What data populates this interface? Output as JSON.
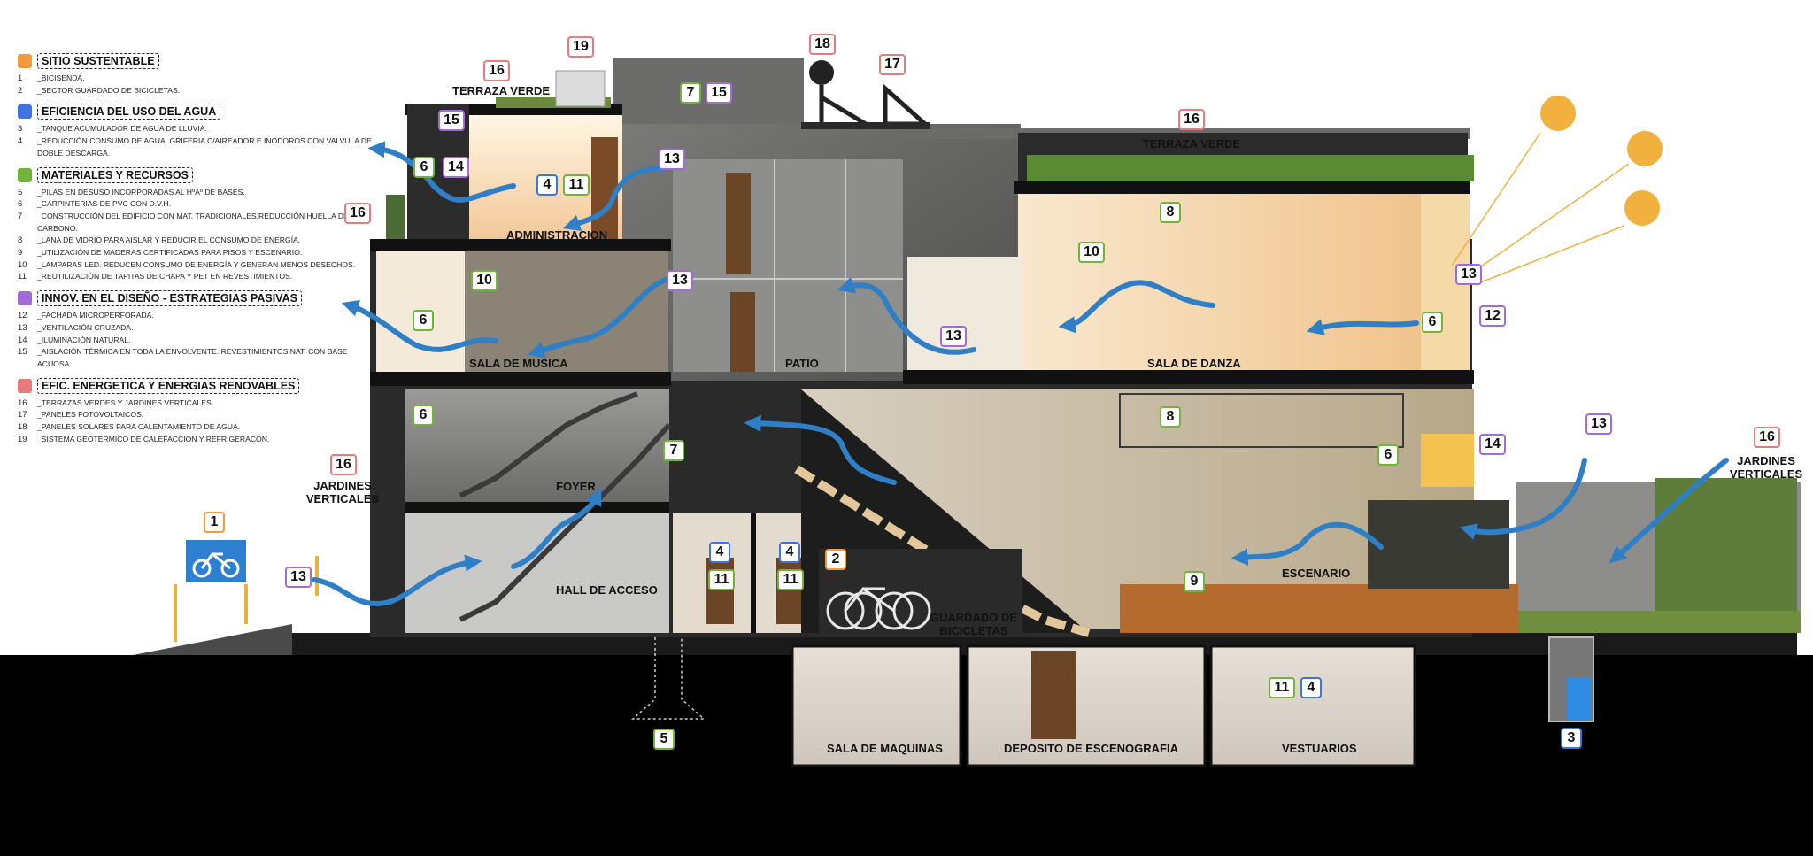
{
  "legend": {
    "sections": [
      {
        "title": "SITIO SUSTENTABLE",
        "color": "#f39a3e",
        "items": [
          {
            "n": "1",
            "text": "_BICISENDA."
          },
          {
            "n": "2",
            "text": "_SECTOR GUARDADO DE BICICLETAS."
          }
        ]
      },
      {
        "title": "EFICIENCIA DEL USO DEL AGUA",
        "color": "#3e74e0",
        "items": [
          {
            "n": "3",
            "text": "_TANQUE ACUMULADOR DE AGUA DE LLUVIA."
          },
          {
            "n": "4",
            "text": "_REDUCCIÓN CONSUMO DE AGUA. GRIFERIA C/AIREADOR E INODOROS CON  VALVULA DE DOBLE DESCARGA."
          }
        ]
      },
      {
        "title": "MATERIALES Y RECURSOS",
        "color": "#71b43a",
        "items": [
          {
            "n": "5",
            "text": "_PILAS EN DESUSO INCORPORADAS AL HºAº DE BASES."
          },
          {
            "n": "6",
            "text": "_CARPINTERIAS DE PVC CON D.V.H."
          },
          {
            "n": "7",
            "text": "_CONSTRUCCIÓN DEL EDIFICIO CON MAT. TRADICIONALES.REDUCCIÓN HUELLA DE CARBONO."
          },
          {
            "n": "8",
            "text": "_LANA DE VIDRIO PARA AISLAR Y REDUCIR EL CONSUMO DE ENERGÍA."
          },
          {
            "n": "9",
            "text": "_UTILIZACIÓN DE MADERAS CERTIFICADAS PARA PISOS Y ESCENARIO."
          },
          {
            "n": "10",
            "text": "_LAMPARAS LED. REDUCEN CONSUMO DE ENERGÍA Y GENERAN MENOS DESECHOS."
          },
          {
            "n": "11",
            "text": "_REUTILIZACIÓN DE TAPITAS DE CHAPA Y PET EN REVESTIMIENTOS."
          }
        ]
      },
      {
        "title": "INNOV. EN EL DISEÑO - ESTRATEGIAS PASIVAS",
        "color": "#a46ad8",
        "items": [
          {
            "n": "12",
            "text": "_FACHADA MICROPERFORADA."
          },
          {
            "n": "13",
            "text": "_VENTILACIÓN CRUZADA."
          },
          {
            "n": "14",
            "text": "_ILUMINACIÓN NATURAL."
          },
          {
            "n": "15",
            "text": "_AISLACIÓN TÉRMICA EN TODA LA ENVOLVENTE. REVESTIMIENTOS NAT. CON BASE ACUOSA."
          }
        ]
      },
      {
        "title": "EFIC. ENERGETICA Y ENERGIAS RENOVABLES",
        "color": "#e77a7a",
        "items": [
          {
            "n": "16",
            "text": "_TERRAZAS VERDES Y JARDINES VERTICALES."
          },
          {
            "n": "17",
            "text": "_PANELES FOTOVOLTAICOS."
          },
          {
            "n": "18",
            "text": "_PANELES SOLARES PARA CALENTAMIENTO DE AGUA."
          },
          {
            "n": "19",
            "text": "_SISTEMA GEOTERMICO DE CALEFACCION Y REFRIGERACON."
          }
        ]
      }
    ]
  },
  "rooms": {
    "terraza_verde_1": "TERRAZA VERDE",
    "terraza_verde_2": "TERRAZA VERDE",
    "administracion": "ADMINISTRACION",
    "sala_musica": "SALA DE MUSICA",
    "patio": "PATIO",
    "sala_danza": "SALA DE DANZA",
    "foyer": "FOYER",
    "hall_acceso": "HALL DE ACCESO",
    "jardines_verticales_1": "JARDINES VERTICALES",
    "jardines_verticales_2": "JARDINES VERTICALES",
    "guardado_bicicletas": "GUARDADO DE BICICLETAS",
    "escenario": "ESCENARIO",
    "sala_maquinas": "SALA DE MAQUINAS",
    "deposito": "DEPOSITO DE ESCENOGRAFIA",
    "vestuarios": "VESTUARIOS"
  },
  "badges": {
    "b1": "1",
    "b2": "2",
    "b3": "3",
    "b4a": "4",
    "b4b": "4",
    "b4c": "4",
    "b4d": "4",
    "b5": "5",
    "b6a": "6",
    "b6b": "6",
    "b6c": "6",
    "b6d": "6",
    "b6e": "6",
    "b7a": "7",
    "b7b": "7",
    "b8a": "8",
    "b8b": "8",
    "b9": "9",
    "b10a": "10",
    "b10b": "10",
    "b11a": "11",
    "b11b": "11",
    "b11c": "11",
    "b11d": "11",
    "b12": "12",
    "b13a": "13",
    "b13b": "13",
    "b13c": "13",
    "b13d": "13",
    "b13e": "13",
    "b13f": "13",
    "b14a": "14",
    "b14b": "14",
    "b15a": "15",
    "b15b": "15",
    "b16a": "16",
    "b16b": "16",
    "b16c": "16",
    "b16d": "16",
    "b16e": "16",
    "b17": "17",
    "b18": "18",
    "b19": "19"
  },
  "colors": {
    "sitio": "#f39a3e",
    "agua": "#3e74e0",
    "materiales": "#71b43a",
    "pasivas": "#a46ad8",
    "renovables": "#e77a7a",
    "airflow": "#2f7fc6"
  }
}
